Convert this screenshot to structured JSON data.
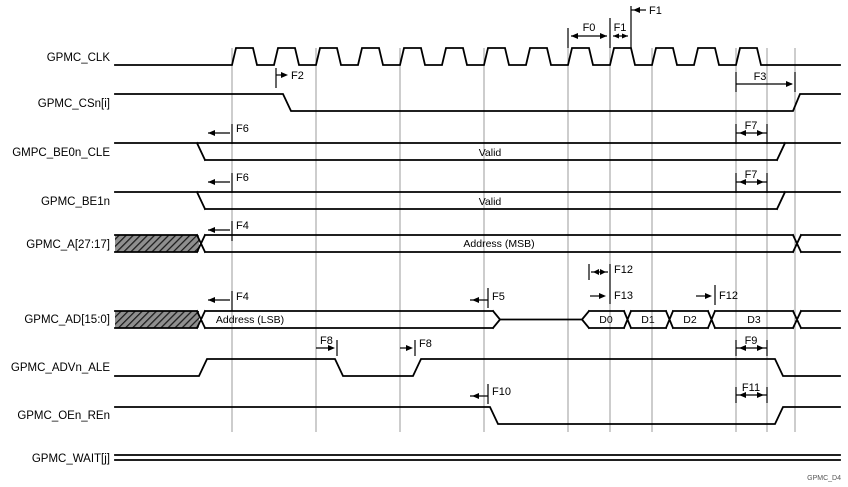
{
  "figure": {
    "watermark": "GPMC_D4"
  },
  "signals": {
    "clk": "GPMC_CLK",
    "csn": "GPMC_CSn[i]",
    "be0": "GMPC_BE0n_CLE",
    "be1": "GPMC_BE1n",
    "a": "GPMC_A[27:17]",
    "ad": "GPMC_AD[15:0]",
    "adv": "GPMC_ADVn_ALE",
    "oen": "GPMC_OEn_REn",
    "wait": "GPMC_WAIT[j]"
  },
  "bus": {
    "be0_valid": "Valid",
    "be1_valid": "Valid",
    "a_value": "Address (MSB)",
    "ad_value": "Address (LSB)",
    "d0": "D0",
    "d1": "D1",
    "d2": "D2",
    "d3": "D3"
  },
  "ann": {
    "f0": "F0",
    "f1_top": "F1",
    "f1": "F1",
    "f2": "F2",
    "f3": "F3",
    "f4_a": "F4",
    "f4_ad": "F4",
    "f5": "F5",
    "f6_be0": "F6",
    "f6_be1": "F6",
    "f7_be0": "F7",
    "f7_be1": "F7",
    "f8_fall": "F8",
    "f8_rise": "F8",
    "f9": "F9",
    "f10": "F10",
    "f11": "F11",
    "f12_d0": "F12",
    "f12_d3": "F12",
    "f13": "F13"
  }
}
